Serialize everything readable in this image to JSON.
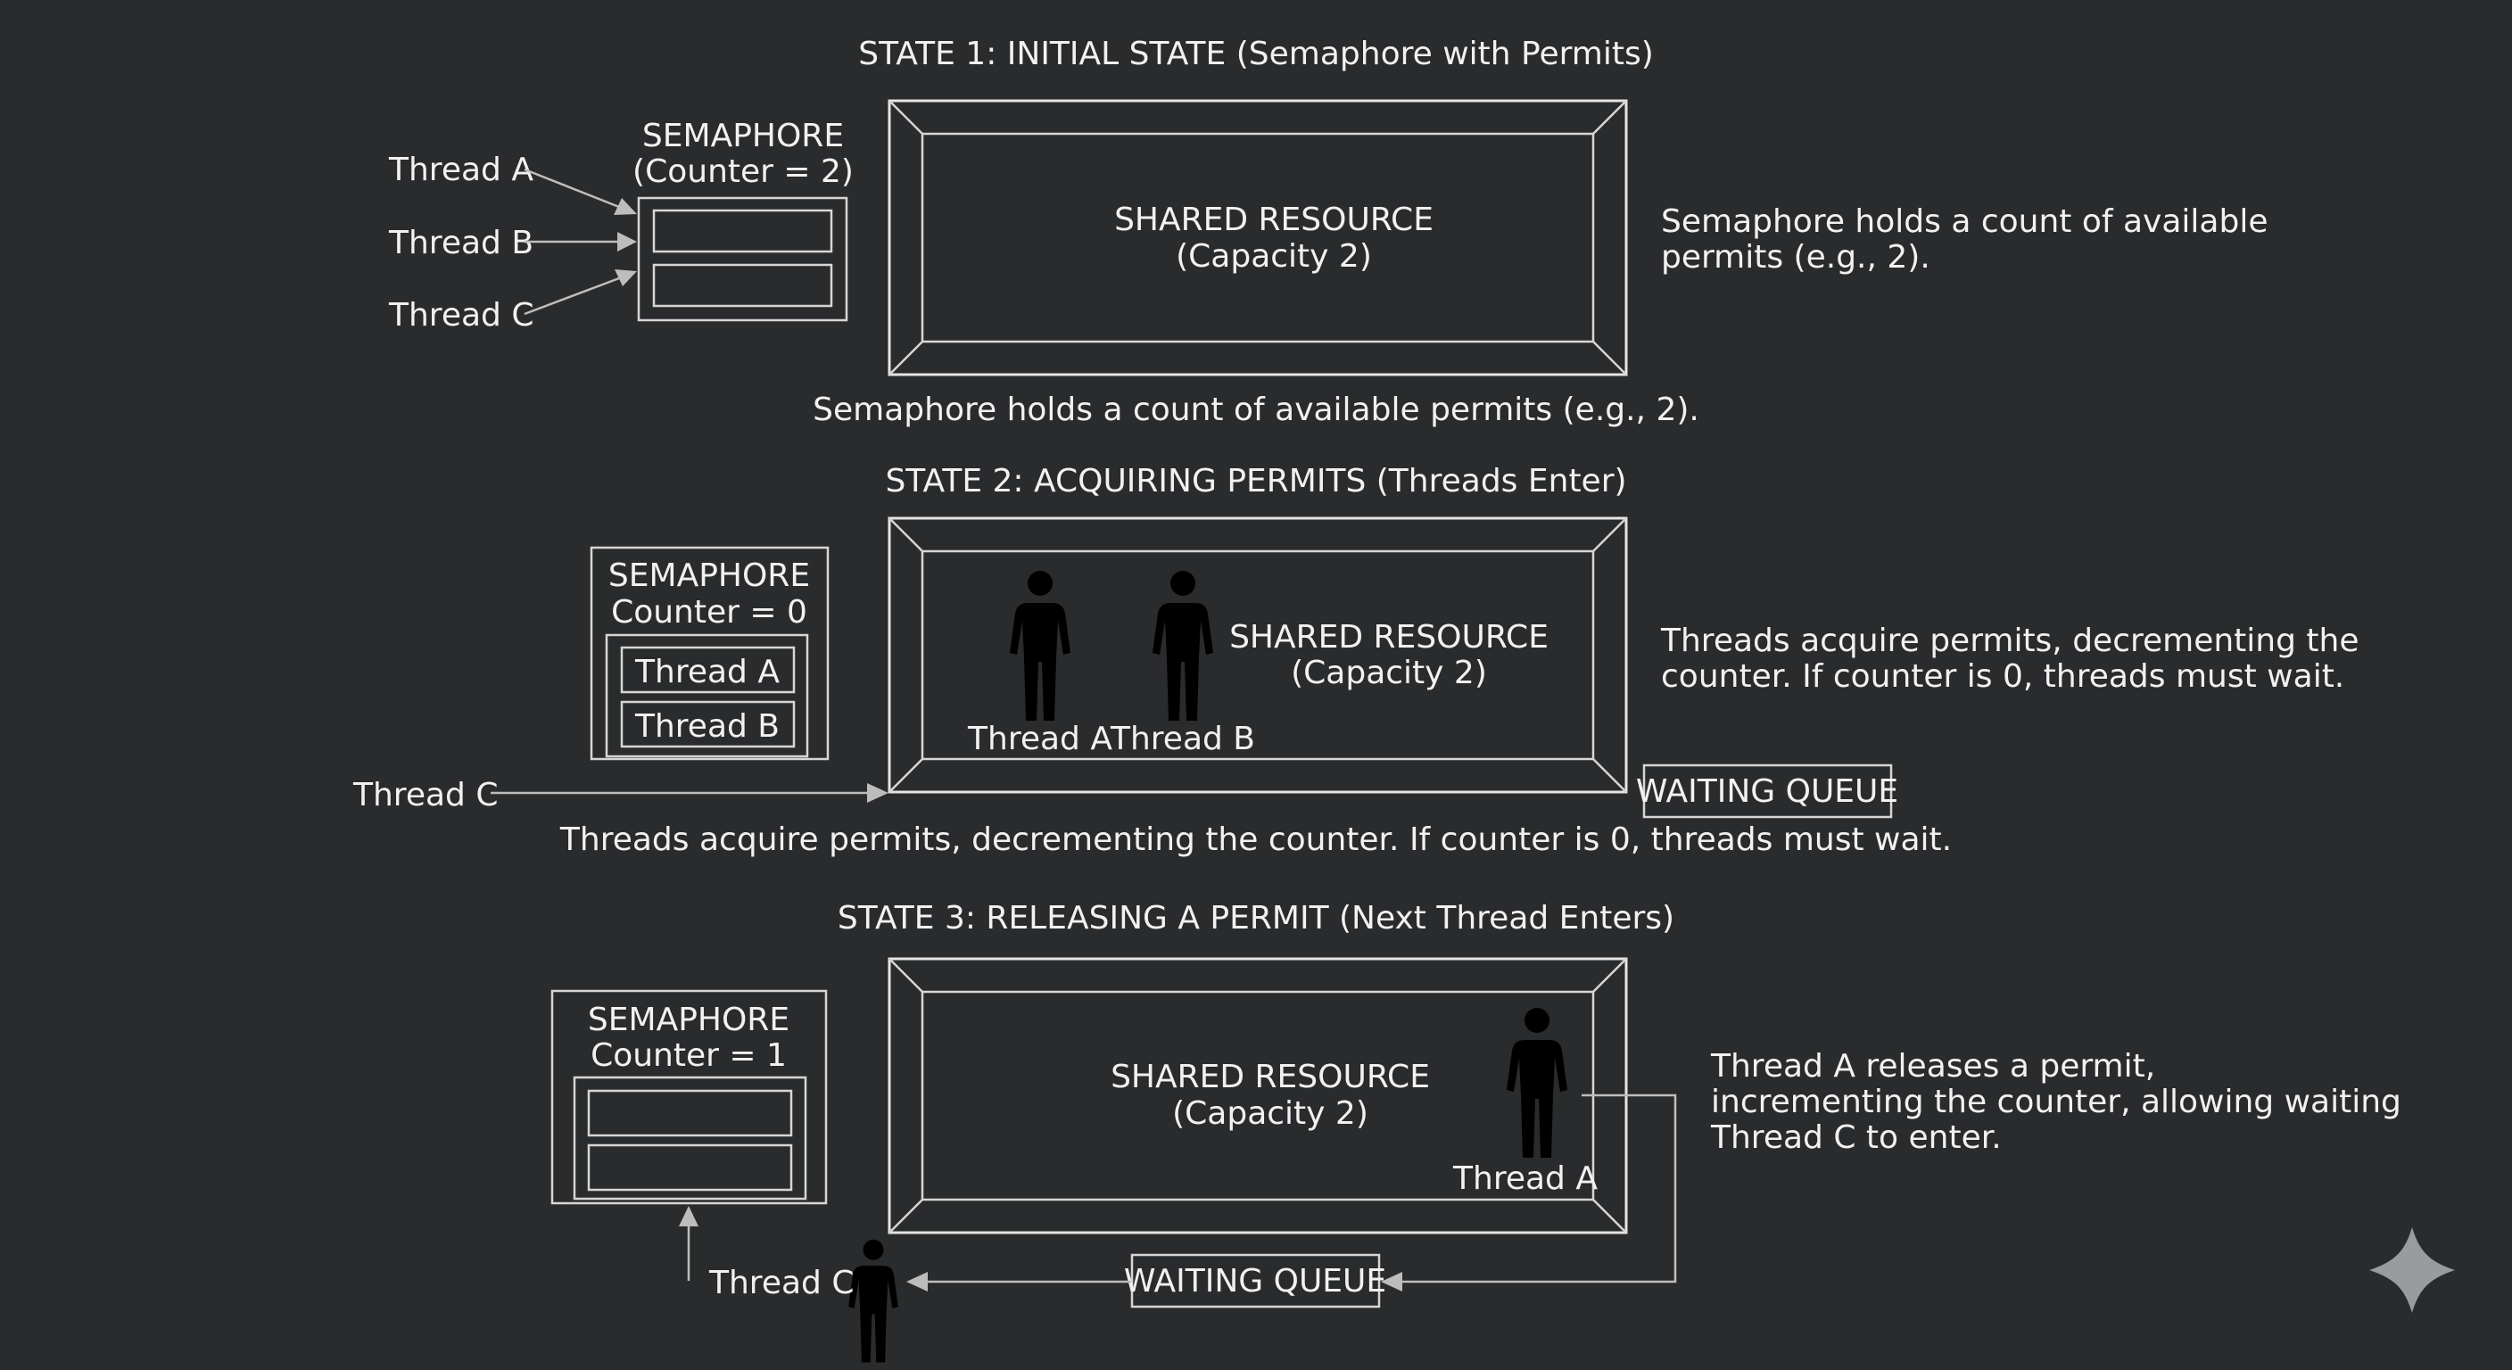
{
  "colors": {
    "background": "#2a2b2d",
    "line": "#d6d6d6",
    "text": "#f1f1f1",
    "arrow": "#bdbdbd"
  },
  "state1": {
    "title": "STATE 1: INITIAL STATE (Semaphore with Permits)",
    "semaphore_title": "SEMAPHORE",
    "semaphore_counter": "(Counter = 2)",
    "thread_a": "Thread A",
    "thread_b": "Thread B",
    "thread_c": "Thread C",
    "resource_title": "SHARED RESOURCE",
    "resource_capacity": "(Capacity 2)",
    "side_note_line1": "Semaphore holds a count of available",
    "side_note_line2": "permits (e.g., 2).",
    "caption": "Semaphore holds a count of available permits (e.g., 2)."
  },
  "state2": {
    "title": "STATE 2: ACQUIRING PERMITS (Threads Enter)",
    "semaphore_title": "SEMAPHORE",
    "semaphore_counter": "Counter = 0",
    "slot1": "Thread A",
    "slot2": "Thread B",
    "resource_title": "SHARED RESOURCE",
    "resource_capacity": "(Capacity 2)",
    "person_a": "Thread A",
    "person_b": "Thread B",
    "thread_c": "Thread C",
    "waiting_queue": "WAITING QUEUE",
    "side_note_line1": "Threads acquire permits, decrementing the",
    "side_note_line2": "counter. If counter is 0, threads must wait.",
    "caption": "Threads acquire permits, decrementing the counter. If counter is 0, threads must wait."
  },
  "state3": {
    "title": "STATE 3: RELEASING A PERMIT (Next Thread Enters)",
    "semaphore_title": "SEMAPHORE",
    "semaphore_counter": "Counter = 1",
    "resource_title": "SHARED RESOURCE",
    "resource_capacity": "(Capacity 2)",
    "person_a": "Thread A",
    "thread_c": "Thread C",
    "waiting_queue": "WAITING QUEUE",
    "side_note_line1": "Thread A releases a permit,",
    "side_note_line2": "incrementing the counter, allowing waiting",
    "side_note_line3": "Thread C to enter."
  }
}
